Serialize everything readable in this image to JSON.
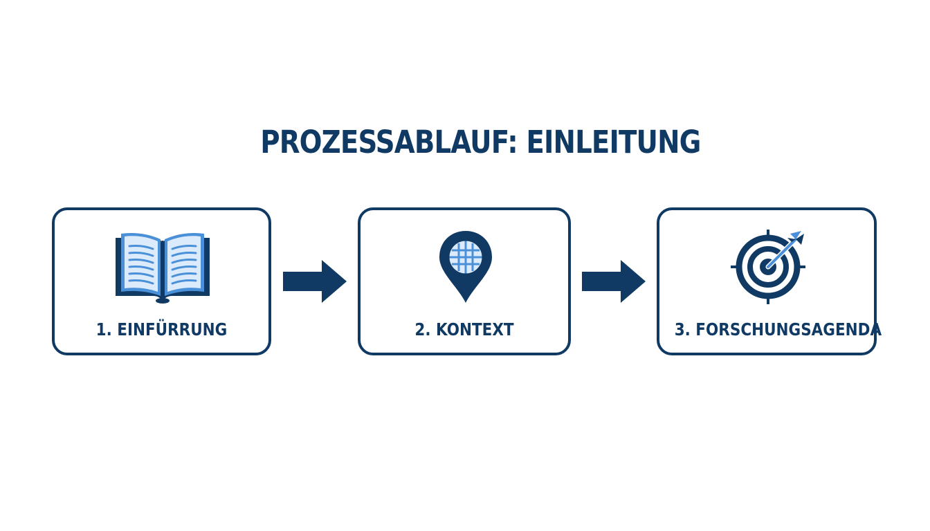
{
  "title": "PROZESSABLAUF: EINLEITUNG",
  "steps": [
    {
      "label": "1. EINFÜRRUNG",
      "icon": "open-book-icon"
    },
    {
      "label": "2. KONTEXT",
      "icon": "map-pin-grid-icon"
    },
    {
      "label": "3. FORSCHUNGSAGENDA",
      "icon": "target-arrow-icon"
    }
  ],
  "connectors": [
    "arrow-right-icon",
    "arrow-right-icon"
  ],
  "colors": {
    "dark_navy": "#103a64",
    "light_blue": "#4a90d9",
    "pale_blue": "#dcebfb",
    "background": "#ffffff"
  }
}
